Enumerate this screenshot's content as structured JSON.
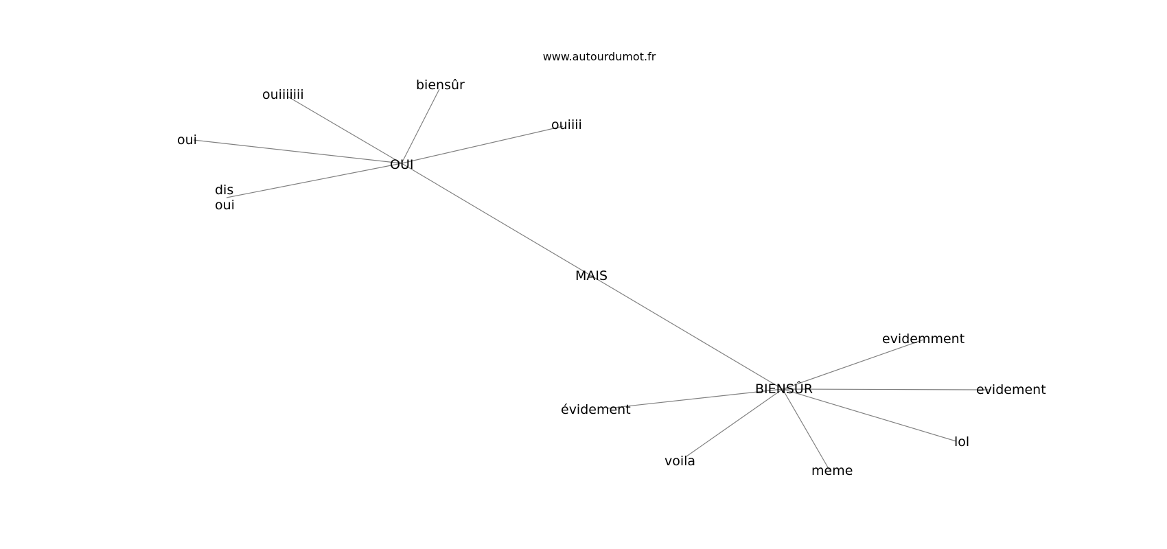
{
  "source": "www.autourdumot.fr",
  "colors": {
    "edge": "#808080",
    "text": "#000000",
    "background": "#ffffff"
  },
  "graph": {
    "nodes": [
      {
        "id": "oui_hub",
        "label": "OUI"
      },
      {
        "id": "mais",
        "label": "MAIS"
      },
      {
        "id": "biensur_hub",
        "label": "BIENSÛR"
      },
      {
        "id": "ouiiiiiii",
        "label": "ouiiiiiii"
      },
      {
        "id": "biensur",
        "label": "biensûr"
      },
      {
        "id": "ouiiii",
        "label": "ouiiii"
      },
      {
        "id": "oui",
        "label": "oui"
      },
      {
        "id": "dis_oui",
        "label": "dis oui",
        "lines": [
          "dis",
          "oui"
        ]
      },
      {
        "id": "evidemment",
        "label": "evidemment"
      },
      {
        "id": "evidement",
        "label": "evidement"
      },
      {
        "id": "evidement_accent",
        "label": "évidement"
      },
      {
        "id": "lol",
        "label": "lol"
      },
      {
        "id": "voila",
        "label": "voila"
      },
      {
        "id": "meme",
        "label": "meme"
      }
    ],
    "edges": [
      [
        "oui_hub",
        "biensur_hub"
      ],
      [
        "oui_hub",
        "ouiiiiiii"
      ],
      [
        "oui_hub",
        "biensur"
      ],
      [
        "oui_hub",
        "ouiiii"
      ],
      [
        "oui_hub",
        "oui"
      ],
      [
        "oui_hub",
        "dis_oui"
      ],
      [
        "biensur_hub",
        "evidemment"
      ],
      [
        "biensur_hub",
        "evidement"
      ],
      [
        "biensur_hub",
        "evidement_accent"
      ],
      [
        "biensur_hub",
        "lol"
      ],
      [
        "biensur_hub",
        "voila"
      ],
      [
        "biensur_hub",
        "meme"
      ]
    ]
  }
}
